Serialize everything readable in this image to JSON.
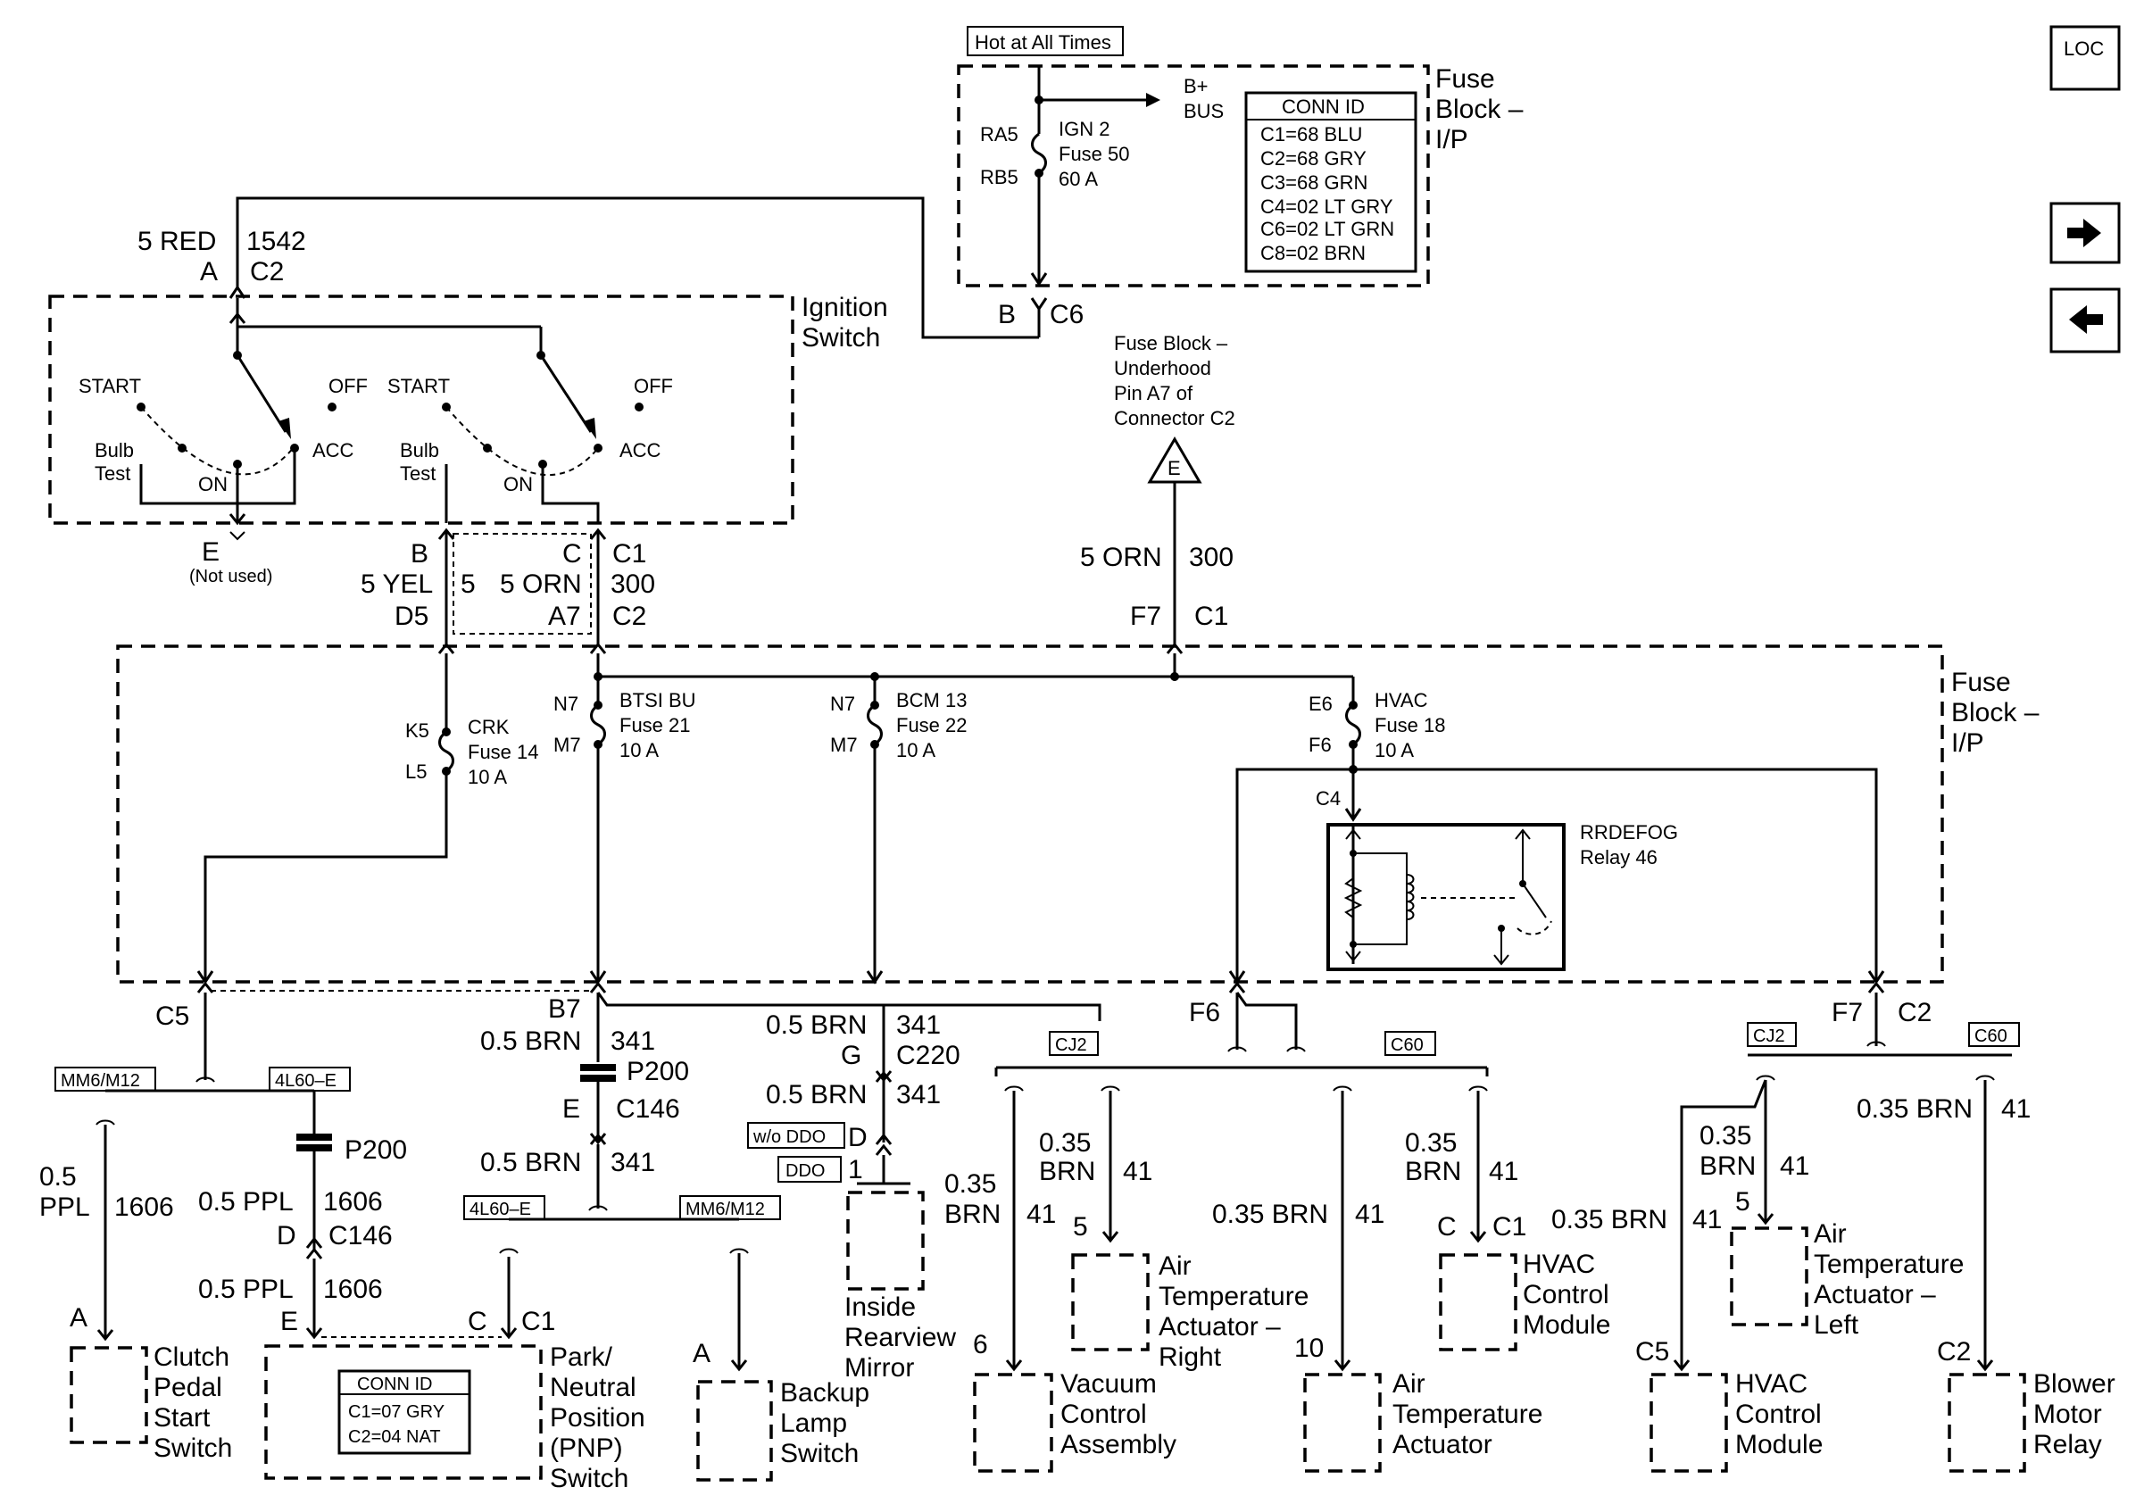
{
  "nav": {
    "loc_label": "LOC",
    "next_icon": "arrow-right-icon",
    "prev_icon": "arrow-left-icon"
  },
  "top": {
    "hot_label": "Hot at All Times",
    "bplus": "B+",
    "bus": "BUS",
    "ra5": "RA5",
    "rb5": "RB5",
    "fuse_ign": "IGN 2",
    "fuse_ign_num": "Fuse 50",
    "fuse_ign_amp": "60 A",
    "conn_title": "CONN ID",
    "conn_items": [
      "C1=68 BLU",
      "C2=68 GRY",
      "C3=68 GRN",
      "C4=02 LT GRY",
      "C6=02 LT GRN",
      "C8=02 BRN"
    ],
    "fb_title_1": "Fuse",
    "fb_title_2": "Block –",
    "fb_title_3": "I/P",
    "b_pin": "B",
    "c6": "C6"
  },
  "ign": {
    "wire_color": "5 RED",
    "circuit": "1542",
    "pin_a": "A",
    "conn_c2": "C2",
    "title_1": "Ignition",
    "title_2": "Switch",
    "start_1": "START",
    "off_1": "OFF",
    "acc_1": "ACC",
    "on_1": "ON",
    "bulb_1": "Bulb",
    "test_1": "Test",
    "start_2": "START",
    "off_2": "OFF",
    "acc_2": "ACC",
    "on_2": "ON",
    "bulb_2": "Bulb",
    "test_2": "Test",
    "e_pin": "E",
    "not_used": "(Not used)",
    "b_pin": "B",
    "c_pin": "C",
    "c1": "C1"
  },
  "mid": {
    "yel_color": "5 YEL",
    "yel_num": "5",
    "orn_color": "5 ORN",
    "orn_num": "300",
    "d5": "D5",
    "a7": "A7",
    "c2": "C2",
    "uh_1": "Fuse Block –",
    "uh_2": "Underhood",
    "uh_3": "Pin A7 of",
    "uh_4": "Connector C2",
    "e_tri": "E",
    "orn2_color": "5 ORN",
    "orn2_num": "300",
    "f7": "F7",
    "c1": "C1"
  },
  "fb_ip": {
    "title_1": "Fuse",
    "title_2": "Block –",
    "title_3": "I/P",
    "k5": "K5",
    "l5": "L5",
    "crk": "CRK",
    "crk_fuse": "Fuse 14",
    "crk_amp": "10 A",
    "n7a": "N7",
    "m7a": "M7",
    "btsi": "BTSI BU",
    "btsi_fuse": "Fuse 21",
    "btsi_amp": "10 A",
    "n7b": "N7",
    "m7b": "M7",
    "bcm": "BCM 13",
    "bcm_fuse": "Fuse 22",
    "bcm_amp": "10 A",
    "e6": "E6",
    "f6": "F6",
    "hvac": "HVAC",
    "hvac_fuse": "Fuse 18",
    "hvac_amp": "10 A",
    "c4": "C4",
    "relay_1": "RRDEFOG",
    "relay_2": "Relay 46"
  },
  "bottom": {
    "c5": "C5",
    "b7": "B7",
    "f6": "F6",
    "f7": "F7",
    "c2": "C2",
    "mm6": "MM6/M12",
    "l60a": "4L60–E",
    "wire_05": "0.5",
    "wire_ppl": "PPL",
    "c1606": "1606",
    "p200a": "P200",
    "ppl_a": "0.5 PPL",
    "ppl_a_n": "1606",
    "d_pin": "D",
    "c146a": "C146",
    "ppl_b": "0.5 PPL",
    "ppl_b_n": "1606",
    "pin_a_clutch": "A",
    "clutch_1": "Clutch",
    "clutch_2": "Pedal",
    "clutch_3": "Start",
    "clutch_4": "Switch",
    "e_pin": "E",
    "c_pin": "C",
    "c1_pnp": "C1",
    "pnp_conn_title": "CONN ID",
    "pnp_conn_1": "C1=07 GRY",
    "pnp_conn_2": "C2=04 NAT",
    "pnp_1": "Park/",
    "pnp_2": "Neutral",
    "pnp_3": "Position",
    "pnp_4": "(PNP)",
    "pnp_5": "Switch",
    "brn_a": "0.5 BRN",
    "brn_a_n": "341",
    "p200b": "P200",
    "e_c146": "E",
    "c146b": "C146",
    "brn_b": "0.5 BRN",
    "brn_b_n": "341",
    "l60b": "4L60–E",
    "mm6b": "MM6/M12",
    "pin_a_backup": "A",
    "backup_1": "Backup",
    "backup_2": "Lamp",
    "backup_3": "Switch",
    "brn_c": "0.5 BRN",
    "brn_c_n": "341",
    "g_pin": "G",
    "c220": "C220",
    "brn_d": "0.5 BRN",
    "brn_d_n": "341",
    "wo_ddo": "w/o DDO",
    "ddo": "DDO",
    "d_mirror": "D",
    "one_mirror": "1",
    "mirror_1": "Inside",
    "mirror_2": "Rearview",
    "mirror_3": "Mirror",
    "cj2a": "CJ2",
    "c60a": "C60",
    "w035": "0.35",
    "wbrn": "BRN",
    "w41": "41",
    "v_pin": "6",
    "vac_1": "Vacuum",
    "vac_2": "Control",
    "vac_3": "Assembly",
    "ar_w1": "0.35",
    "ar_w2": "BRN",
    "ar_n": "41",
    "ar_pin": "5",
    "atr_1": "Air",
    "atr_2": "Temperature",
    "atr_3": "Actuator –",
    "atr_4": "Right",
    "at_wire": "0.35 BRN",
    "at_n": "41",
    "at_pin": "10",
    "at_1": "Air",
    "at_2": "Temperature",
    "at_3": "Actuator",
    "h1_w1": "0.35",
    "h1_w2": "BRN",
    "h1_n": "41",
    "h1_c": "C",
    "h1_c1": "C1",
    "hvac1_1": "HVAC",
    "hvac1_2": "Control",
    "hvac1_3": "Module",
    "cj2b": "CJ2",
    "c60b": "C60",
    "al_w1": "0.35",
    "al_w2": "BRN",
    "al_n": "41",
    "al_pin": "5",
    "atl_1": "Air",
    "atl_2": "Temperature",
    "atl_3": "Actuator –",
    "atl_4": "Left",
    "h2_wire": "0.35 BRN",
    "h2_n": "41",
    "h2_pin": "C5",
    "hvac2_1": "HVAC",
    "hvac2_2": "Control",
    "hvac2_3": "Module",
    "bl_wire": "0.35 BRN",
    "bl_n": "41",
    "bl_pin": "C2",
    "blower_1": "Blower",
    "blower_2": "Motor",
    "blower_3": "Relay"
  }
}
